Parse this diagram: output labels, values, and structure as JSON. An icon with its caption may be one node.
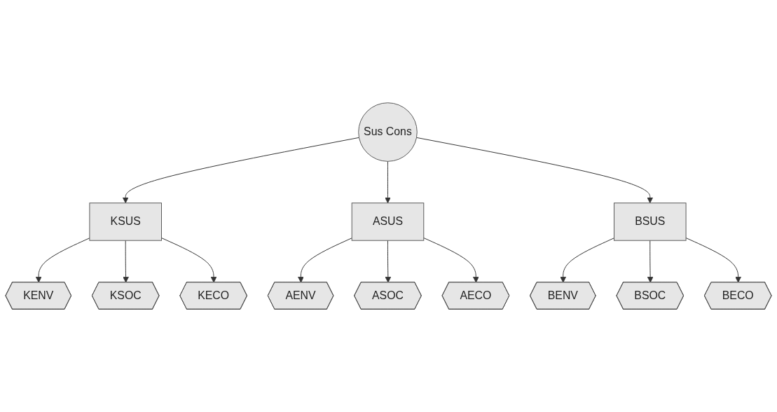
{
  "diagram": {
    "nodes": [
      {
        "text": [
          "KENV"
        ]
      },
      {
        "text": [
          "KSOC"
        ]
      },
      {
        "text": [
          "KECO"
        ]
      },
      {
        "text": [
          "KSUS"
        ]
      },
      {
        "text": [
          "AENV"
        ]
      },
      {
        "text": [
          "ASOC"
        ]
      },
      {
        "text": [
          "AECO"
        ]
      },
      {
        "text": [
          "ASUS"
        ]
      },
      {
        "text": [
          "Sus Cons"
        ]
      },
      {
        "text": [
          "BSUS"
        ]
      },
      {
        "text": [
          "BENV"
        ]
      },
      {
        "text": [
          "BSOC"
        ]
      },
      {
        "text": [
          "BECO"
        ]
      }
    ],
    "edges": [
      {
        "from": 8,
        "to": 3,
        "arrow": "to"
      },
      {
        "from": 8,
        "to": 7,
        "arrow": "to"
      },
      {
        "from": 8,
        "to": 9,
        "arrow": "to"
      },
      {
        "from": 3,
        "to": 0,
        "arrow": "to"
      },
      {
        "from": 3,
        "to": 1,
        "arrow": "to"
      },
      {
        "from": 3,
        "to": 2,
        "arrow": "to"
      },
      {
        "from": 7,
        "to": 4,
        "arrow": "to"
      },
      {
        "from": 7,
        "to": 5,
        "arrow": "to"
      },
      {
        "from": 7,
        "to": 6,
        "arrow": "to"
      },
      {
        "from": 9,
        "to": 10,
        "arrow": "to"
      },
      {
        "from": 9,
        "to": 11,
        "arrow": "to"
      },
      {
        "from": 9,
        "to": 12,
        "arrow": "to"
      }
    ]
  }
}
